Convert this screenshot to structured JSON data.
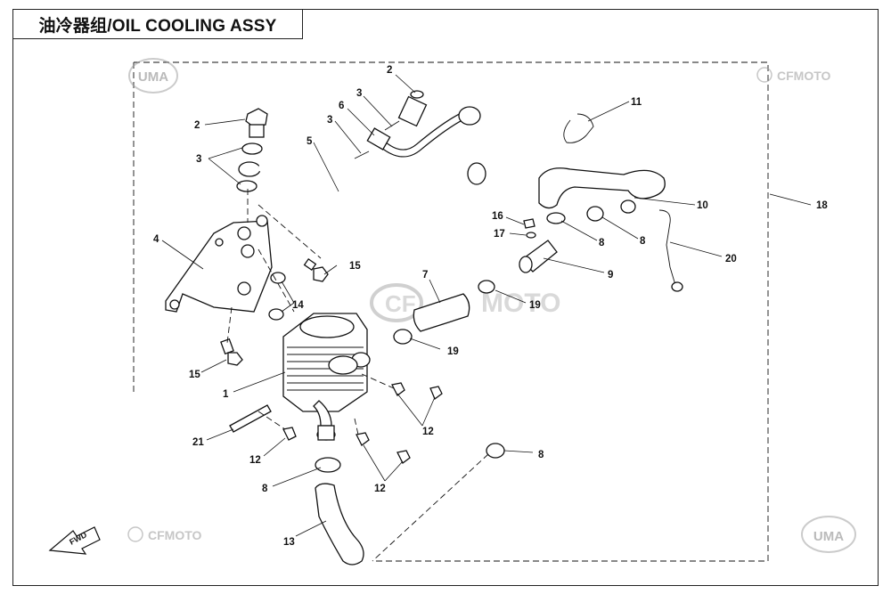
{
  "header": {
    "title": "油冷器组/OIL COOLING ASSY"
  },
  "watermarks": {
    "brand_small": "CFMOTO",
    "brand_center_left": "CF",
    "brand_center_right": "MOTO",
    "uma": "UMA",
    "fwd": "FWD"
  },
  "callouts": [
    {
      "id": "c1",
      "label": "1"
    },
    {
      "id": "c2a",
      "label": "2"
    },
    {
      "id": "c2b",
      "label": "2"
    },
    {
      "id": "c3a",
      "label": "3"
    },
    {
      "id": "c3b",
      "label": "3"
    },
    {
      "id": "c3c",
      "label": "3"
    },
    {
      "id": "c4",
      "label": "4"
    },
    {
      "id": "c5",
      "label": "5"
    },
    {
      "id": "c6",
      "label": "6"
    },
    {
      "id": "c7",
      "label": "7"
    },
    {
      "id": "c8a",
      "label": "8"
    },
    {
      "id": "c8b",
      "label": "8"
    },
    {
      "id": "c8c",
      "label": "8"
    },
    {
      "id": "c8d",
      "label": "8"
    },
    {
      "id": "c9",
      "label": "9"
    },
    {
      "id": "c10",
      "label": "10"
    },
    {
      "id": "c11",
      "label": "11"
    },
    {
      "id": "c12a",
      "label": "12"
    },
    {
      "id": "c12b",
      "label": "12"
    },
    {
      "id": "c12c",
      "label": "12"
    },
    {
      "id": "c13",
      "label": "13"
    },
    {
      "id": "c14",
      "label": "14"
    },
    {
      "id": "c15a",
      "label": "15"
    },
    {
      "id": "c15b",
      "label": "15"
    },
    {
      "id": "c16",
      "label": "16"
    },
    {
      "id": "c17",
      "label": "17"
    },
    {
      "id": "c18",
      "label": "18"
    },
    {
      "id": "c19a",
      "label": "19"
    },
    {
      "id": "c19b",
      "label": "19"
    },
    {
      "id": "c20",
      "label": "20"
    },
    {
      "id": "c21",
      "label": "21"
    }
  ],
  "colors": {
    "line": "#111111",
    "watermark": "#c9c9c9",
    "background": "#ffffff"
  }
}
